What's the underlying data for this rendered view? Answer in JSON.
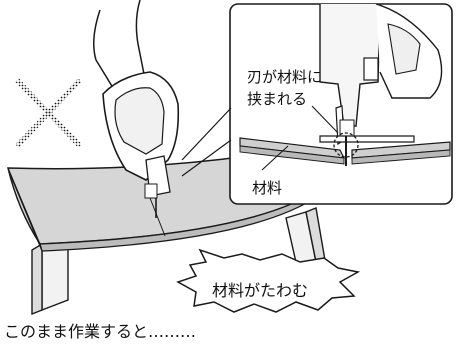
{
  "instruction": {
    "caption": "このまま作業すると………",
    "inset": {
      "blade_pinch_line1": "刃が材料に",
      "blade_pinch_line2": "挟まれる",
      "material_label": "材料"
    },
    "callout": {
      "bend_text": "材料がたわむ"
    },
    "icons": {
      "prohibition": "cross-x-icon",
      "tool": "jigsaw-icon"
    },
    "colors": {
      "line": "#1a1a1a",
      "board_fill": "#d6d6d6",
      "board_edge": "#bcbcbc",
      "support_fill": "#f2f2f2",
      "inset_board_fill": "#cfcfcf"
    }
  }
}
